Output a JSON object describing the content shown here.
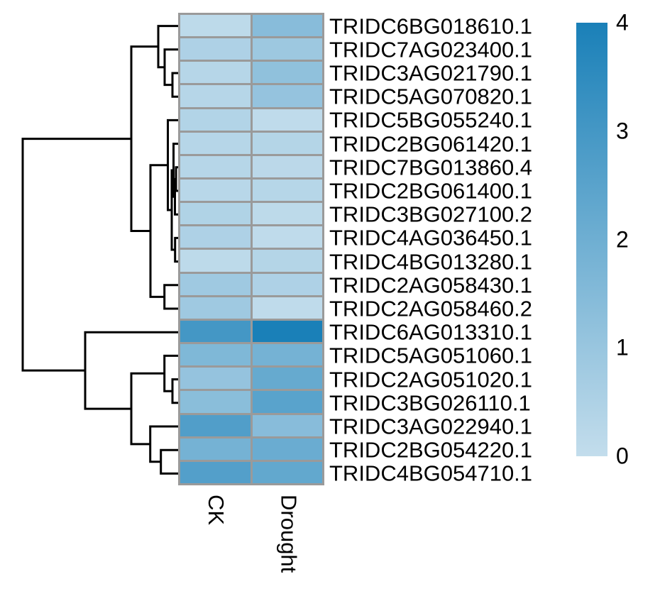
{
  "chart_data": {
    "type": "heatmap",
    "title": "",
    "columns": [
      "CK",
      "Drought"
    ],
    "rows": [
      "TRIDC6BG018610.1",
      "TRIDC7AG023400.1",
      "TRIDC3AG021790.1",
      "TRIDC5AG070820.1",
      "TRIDC5BG055240.1",
      "TRIDC2BG061420.1",
      "TRIDC7BG013860.4",
      "TRIDC2BG061400.1",
      "TRIDC3BG027100.2",
      "TRIDC4AG036450.1",
      "TRIDC4BG013280.1",
      "TRIDC2AG058430.1",
      "TRIDC2AG058460.2",
      "TRIDC6AG013310.1",
      "TRIDC5AG051060.1",
      "TRIDC2AG051020.1",
      "TRIDC3BG026110.1",
      "TRIDC3AG022940.1",
      "TRIDC2BG054220.1",
      "TRIDC4BG054710.1"
    ],
    "series": [
      {
        "name": "CK",
        "values": [
          0.15,
          0.5,
          0.3,
          0.3,
          0.4,
          0.3,
          0.3,
          0.25,
          0.45,
          0.5,
          0.15,
          0.85,
          0.85,
          3.0,
          1.6,
          1.1,
          1.35,
          2.7,
          1.85,
          2.65
        ]
      },
      {
        "name": "Drought",
        "values": [
          1.4,
          0.9,
          1.2,
          1.1,
          0.1,
          0.35,
          0.2,
          0.3,
          0.15,
          0.1,
          0.35,
          0.5,
          0.1,
          4.0,
          1.85,
          2.2,
          2.5,
          1.4,
          2.1,
          2.3
        ]
      }
    ],
    "colorbar": {
      "min": 0,
      "max": 4,
      "ticks": [
        "4",
        "3",
        "2",
        "1",
        "0"
      ],
      "color_min": "#c3ddec",
      "color_max": "#1a80b8"
    },
    "grid_color": "#9a9a9a",
    "dendrogram_line_color": "#000000",
    "legend_position": "right",
    "dendrogram": {
      "leaf_edge_x": 251,
      "nodes": [
        {
          "id": "a34",
          "x": 243,
          "children": [
            "L3",
            "L4"
          ]
        },
        {
          "id": "a2",
          "x": 232,
          "children": [
            "L2",
            "a34"
          ]
        },
        {
          "id": "a",
          "x": 223,
          "children": [
            "L1",
            "a2"
          ]
        },
        {
          "id": "n78",
          "x": 248,
          "children": [
            "L7",
            "L8"
          ]
        },
        {
          "id": "n789",
          "x": 246.5,
          "children": [
            "n78",
            "L9"
          ]
        },
        {
          "id": "n6789",
          "x": 244.5,
          "children": [
            "L6",
            "n789"
          ]
        },
        {
          "id": "n1011",
          "x": 246.7,
          "children": [
            "L10",
            "L11"
          ]
        },
        {
          "id": "q",
          "x": 242,
          "children": [
            "n6789",
            "n1011"
          ]
        },
        {
          "id": "nc",
          "x": 236.5,
          "children": [
            "L5",
            "q"
          ]
        },
        {
          "id": "n1213",
          "x": 231.7,
          "children": [
            "L12",
            "L13"
          ]
        },
        {
          "id": "b",
          "x": 212,
          "children": [
            "nc",
            "n1213"
          ]
        },
        {
          "id": "topc",
          "x": 185,
          "children": [
            "a",
            "b"
          ]
        },
        {
          "id": "n1617",
          "x": 243,
          "children": [
            "L16",
            "L17"
          ]
        },
        {
          "id": "n15g",
          "x": 231.7,
          "children": [
            "L15",
            "n1617"
          ]
        },
        {
          "id": "n1920",
          "x": 226.7,
          "children": [
            "L19",
            "L20"
          ]
        },
        {
          "id": "n18g",
          "x": 211.7,
          "children": [
            "L18",
            "n1920"
          ]
        },
        {
          "id": "g",
          "x": 185,
          "children": [
            "n15g",
            "n18g"
          ]
        },
        {
          "id": "botc",
          "x": 120,
          "children": [
            "L14",
            "g"
          ]
        },
        {
          "id": "root",
          "x": 32,
          "children": [
            "topc",
            "botc"
          ]
        }
      ]
    }
  }
}
